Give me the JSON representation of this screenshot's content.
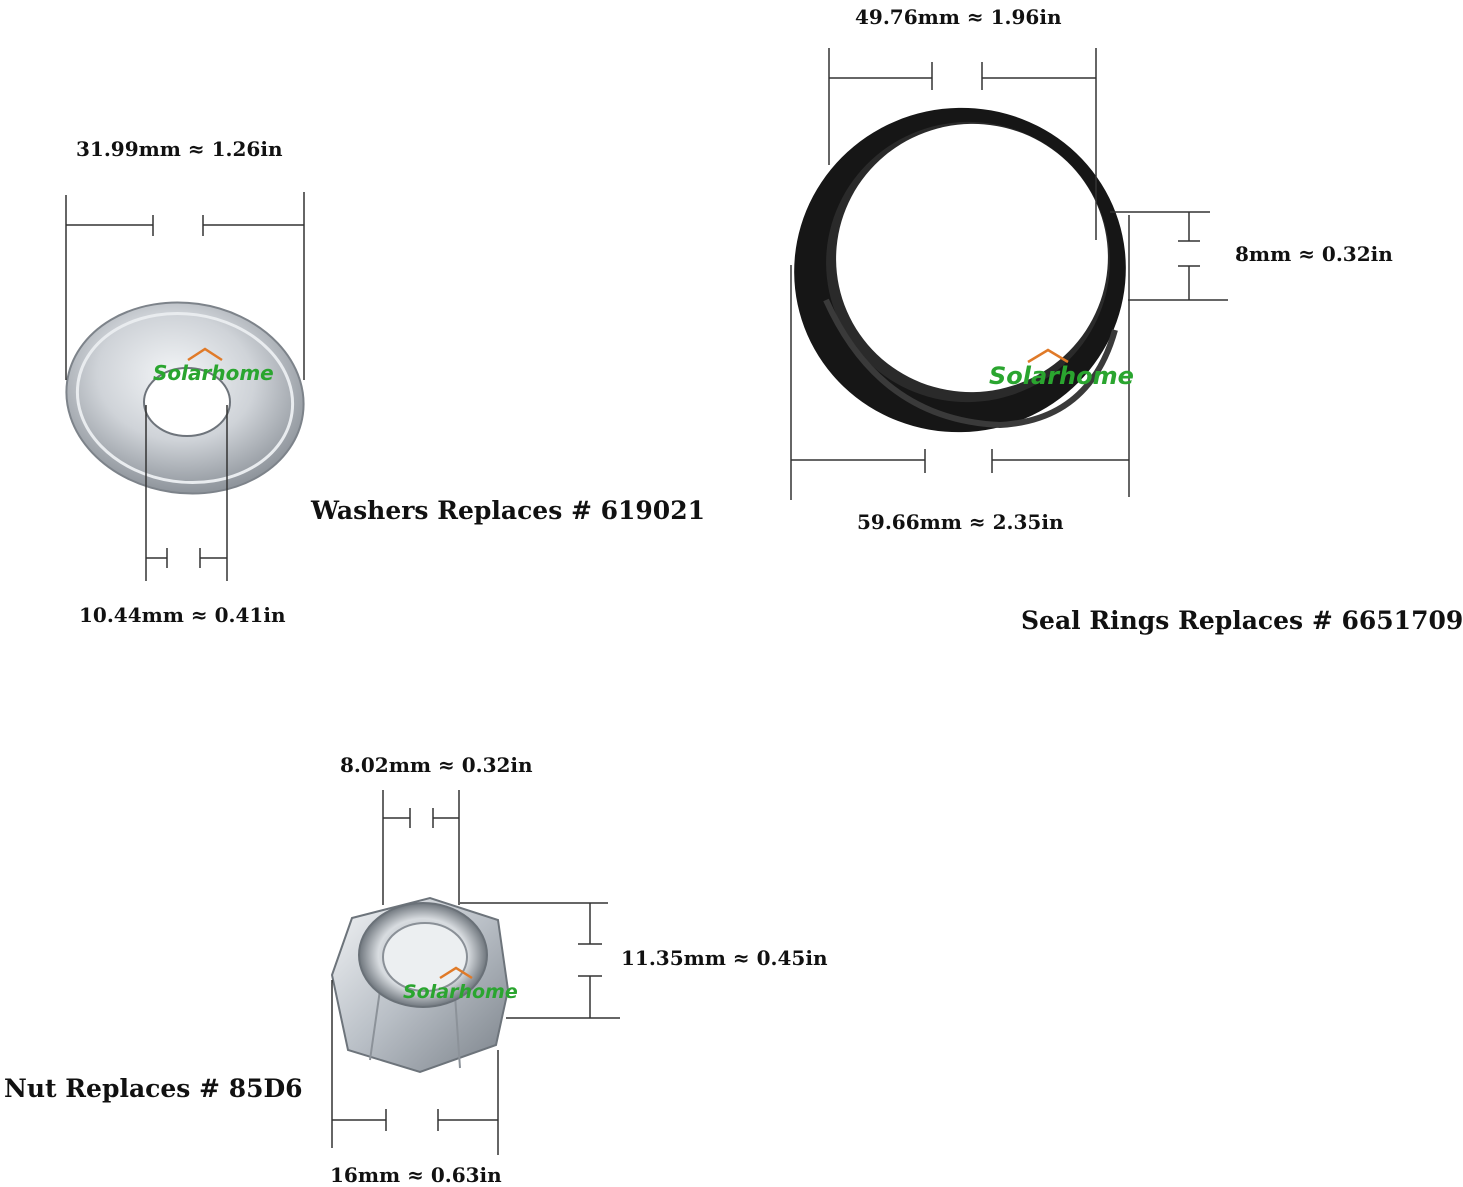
{
  "washer": {
    "outer_dim": "31.99mm ≈ 1.26in",
    "inner_dim": "10.44mm ≈ 0.41in",
    "title": "Washers Replaces # 619021",
    "brand": "Solarhome"
  },
  "seal_ring": {
    "inner_dim": "49.76mm ≈ 1.96in",
    "outer_dim": "59.66mm ≈ 2.35in",
    "thickness_dim": "8mm ≈ 0.32in",
    "title": "Seal Rings Replaces # 6651709",
    "brand": "Solarhome"
  },
  "nut": {
    "top_dim": "8.02mm ≈ 0.32in",
    "height_dim": "11.35mm ≈ 0.45in",
    "width_dim": "16mm ≈ 0.63in",
    "title": "Nut Replaces # 85D6",
    "brand": "Solarhome"
  },
  "colors": {
    "brand_green": "#2aa52f",
    "brand_orange": "#e07a28",
    "line": "#333333",
    "rubber": "#1a1a1a",
    "metal": "#c9cdd2"
  }
}
